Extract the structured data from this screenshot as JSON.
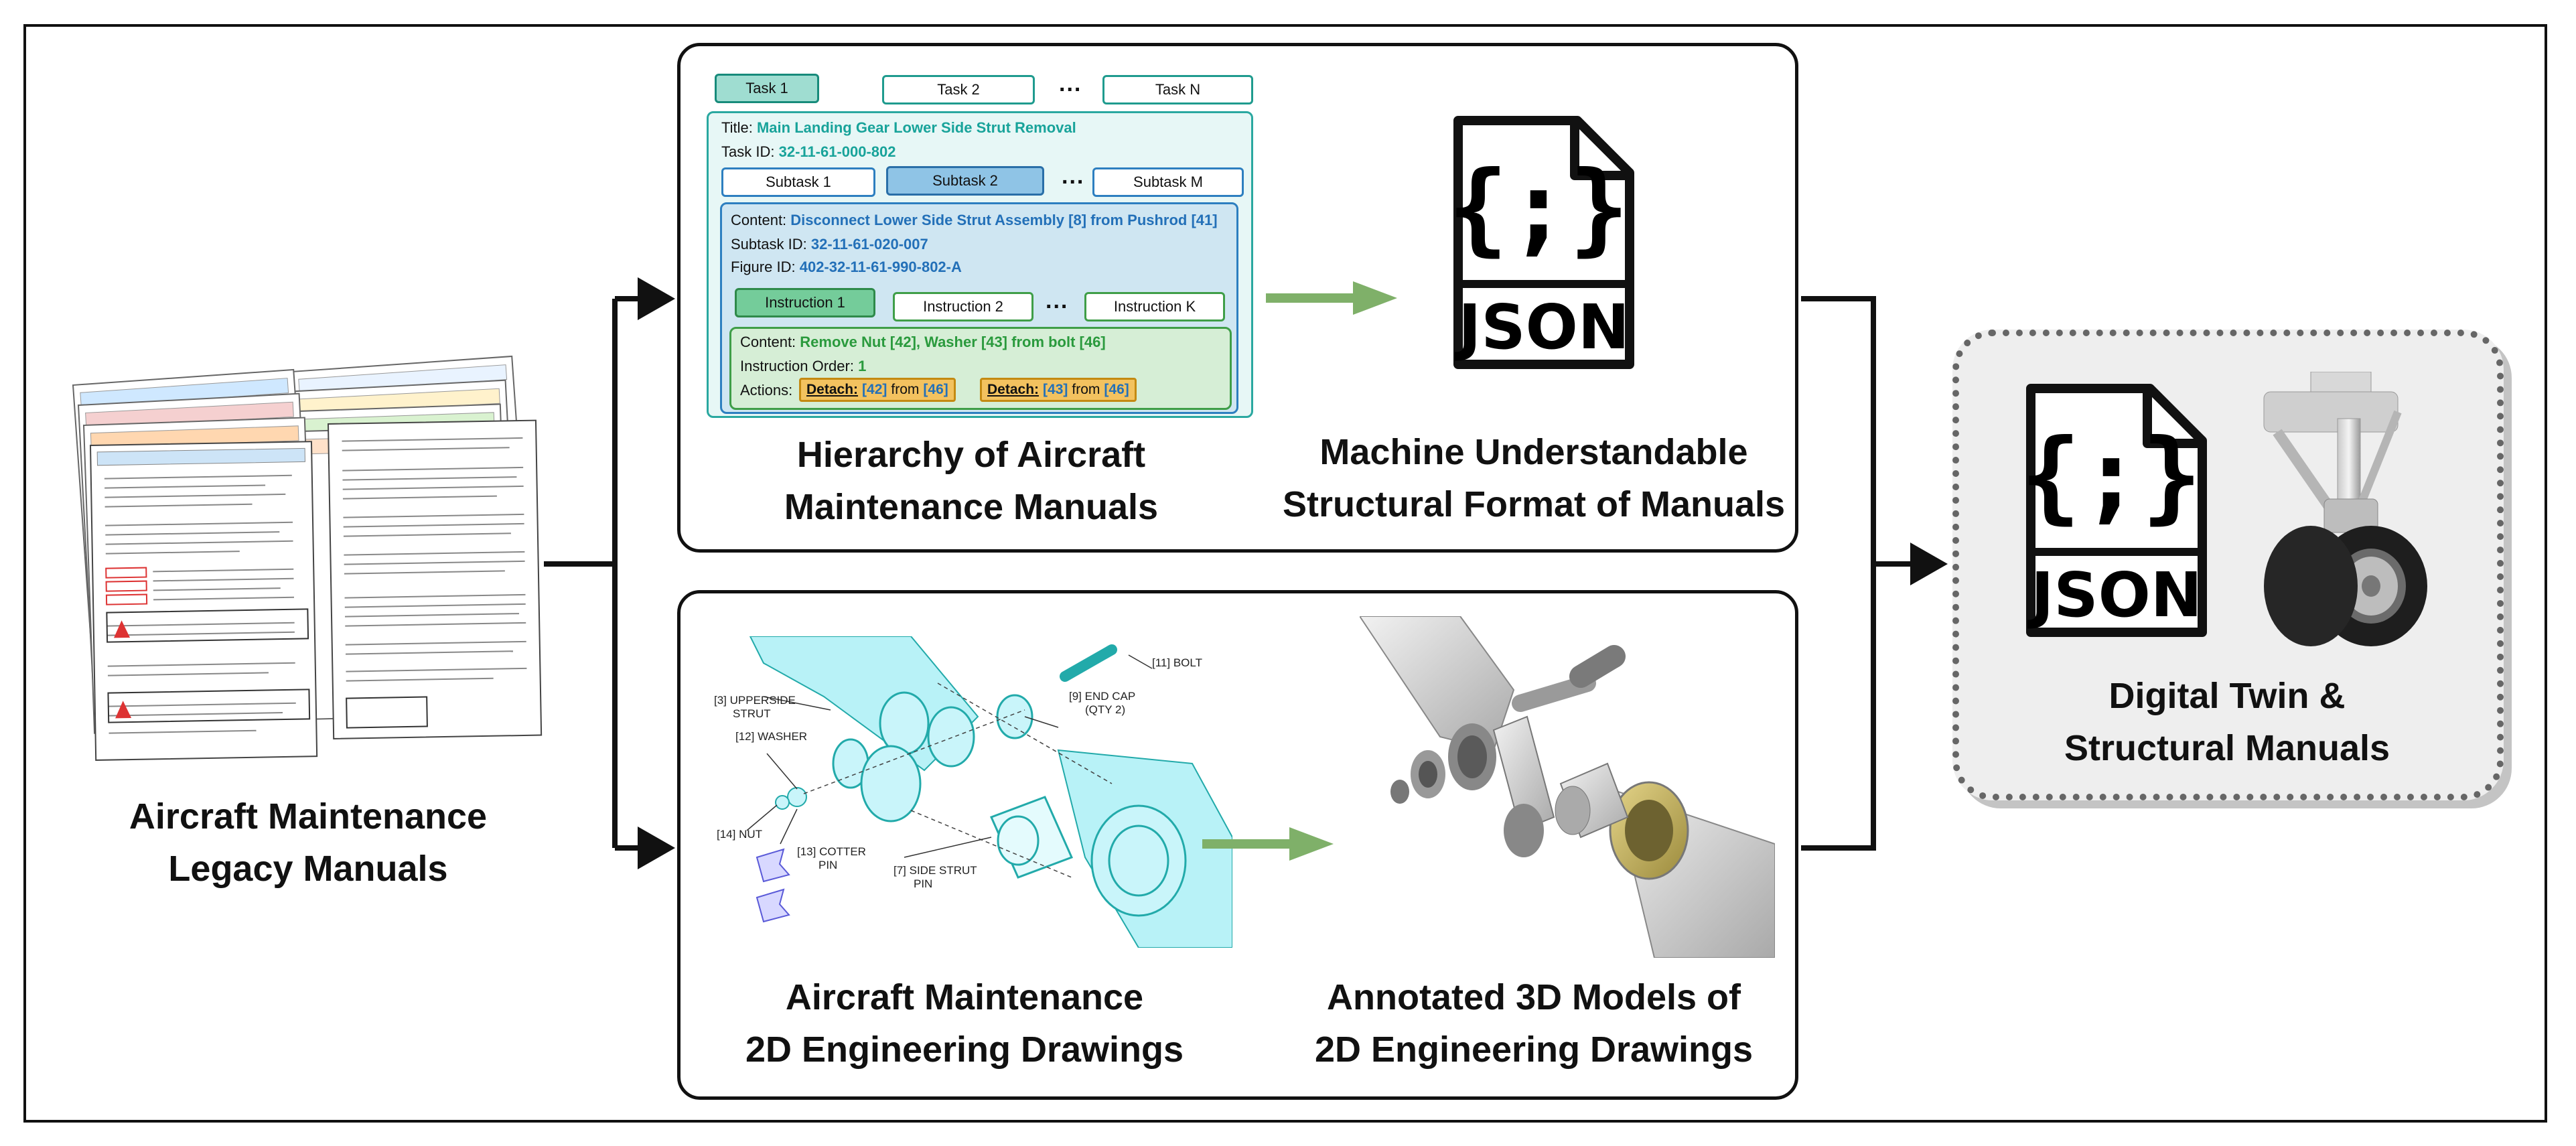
{
  "left": {
    "caption_line1": "Aircraft Maintenance",
    "caption_line2": "Legacy Manuals"
  },
  "top_panel": {
    "hierarchy": {
      "tasks": [
        "Task 1",
        "Task 2",
        "Task N"
      ],
      "tasks_ellipsis": "...",
      "title_label": "Title:",
      "title_value": "Main Landing Gear Lower Side Strut Removal",
      "task_id_label": "Task ID:",
      "task_id_value": "32-11-61-000-802",
      "subtasks": [
        "Subtask 1",
        "Subtask 2",
        "Subtask M"
      ],
      "subtasks_ellipsis": "...",
      "sub_content_label": "Content:",
      "sub_content_value": "Disconnect Lower Side Strut Assembly [8] from Pushrod [41]",
      "subtask_id_label": "Subtask ID:",
      "subtask_id_value": "32-11-61-020-007",
      "figure_id_label": "Figure ID:",
      "figure_id_value": "402-32-11-61-990-802-A",
      "instructions": [
        "Instruction 1",
        "Instruction 2",
        "Instruction K"
      ],
      "instructions_ellipsis": "...",
      "ins_content_label": "Content:",
      "ins_content_value": "Remove Nut [42], Washer [43] from bolt [46]",
      "ins_order_label": "Instruction Order:",
      "ins_order_value": "1",
      "actions_label": "Actions:",
      "actions": [
        {
          "verb": "Detach:",
          "part": "[42]",
          "from": "from",
          "target": "[46]"
        },
        {
          "verb": "Detach:",
          "part": "[43]",
          "from": "from",
          "target": "[46]"
        }
      ]
    },
    "left_caption_line1": "Hierarchy of Aircraft",
    "left_caption_line2": "Maintenance Manuals",
    "right_caption_line1": "Machine Understandable",
    "right_caption_line2": "Structural Format of Manuals",
    "json_icon_text": "JSON",
    "json_icon_brace": "{;}",
    "json_icon_name": "json-file-icon"
  },
  "bottom_panel": {
    "drawing_labels": {
      "bolt": "[11] BOLT",
      "end_cap_1": "[9] END CAP",
      "end_cap_2": "(QTY 2)",
      "upperside_1": "[3] UPPERSIDE",
      "upperside_2": "STRUT",
      "washer": "[12] WASHER",
      "nut": "[14] NUT",
      "cotter_1": "[13] COTTER",
      "cotter_2": "PIN",
      "side_strut_1": "[7] SIDE STRUT",
      "side_strut_2": "PIN"
    },
    "left_caption_line1": "Aircraft Maintenance",
    "left_caption_line2": "2D Engineering  Drawings",
    "right_caption_line1": "Annotated 3D Models of",
    "right_caption_line2": "2D Engineering Drawings"
  },
  "output": {
    "json_icon_text": "JSON",
    "json_icon_brace": "{;}",
    "caption_line1": "Digital Twin &",
    "caption_line2": "Structural Manuals"
  },
  "colors": {
    "arrow_green": "#7fb069",
    "teal": "#18a39a",
    "blue": "#2370b8",
    "green": "#2a9a3d",
    "action_fill": "#f3c25f"
  }
}
